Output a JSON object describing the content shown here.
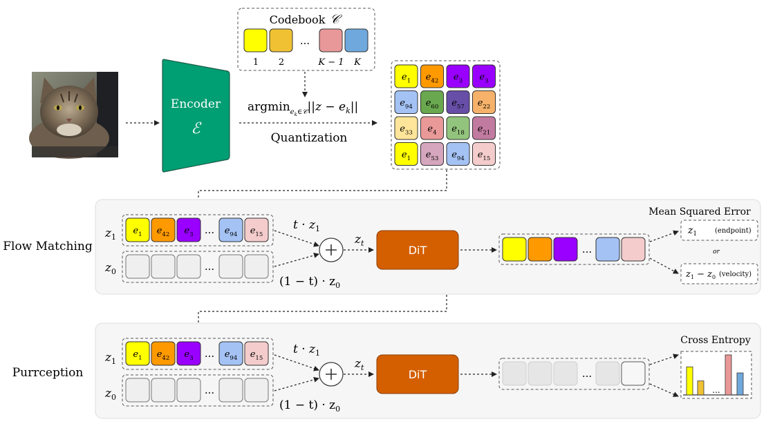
{
  "colors": {
    "yellow": "#ffff00",
    "gold": "#f0c233",
    "pink": "#e89898",
    "blue": "#6fa8dc",
    "orange": "#ff9900",
    "purple": "#9900ff",
    "periwinkle": "#a4c2f4",
    "green": "#6aa84f",
    "indigo": "#674ea7",
    "lightorange": "#f6b26b",
    "cream": "#ffe599",
    "rose": "#ea9999",
    "lightgreen": "#93c47d",
    "mauve": "#c27ba0",
    "lilac": "#d5a6bd",
    "blush": "#f4cccc",
    "encoder": "#009e73",
    "dit": "#d45f00",
    "panel": "#f6f6f6",
    "empty": "#efefef"
  },
  "image": {
    "subject": "tabby cat photo"
  },
  "codebook": {
    "title": "Codebook",
    "symbol": "𝒞",
    "dots": "...",
    "indices": [
      "1",
      "2",
      "K − 1",
      "K"
    ]
  },
  "encoder": {
    "label": "Encoder",
    "symbol": "ℰ"
  },
  "quantization": {
    "formula_main": "argmin",
    "formula_sub": "e",
    "formula_sub2": "k",
    "formula_sub3": "∈𝒞",
    "formula_rest": "||z − e",
    "formula_rest_sub": "k",
    "formula_end": "||",
    "label": "Quantization"
  },
  "grid": [
    [
      "1",
      "42",
      "3",
      "3"
    ],
    [
      "94",
      "60",
      "57",
      "22"
    ],
    [
      "33",
      "4",
      "18",
      "21"
    ],
    [
      "1",
      "53",
      "94",
      "15"
    ]
  ],
  "token_row": [
    "1",
    "42",
    "3",
    "...",
    "94",
    "15"
  ],
  "flow_matching": {
    "label": "Flow Matching",
    "z1": "z",
    "z1_sub": "1",
    "z0": "z",
    "z0_sub": "0",
    "top_coef": "t · z",
    "top_coef_sub": "1",
    "bottom_coef": "(1 − t) · z",
    "bottom_coef_sub": "0",
    "zt": "z",
    "zt_sub": "t",
    "dit": "DiT",
    "loss_title": "Mean Squared Error",
    "dots": "...",
    "target1_z": "z",
    "target1_sub": "1",
    "target1_note": "(endpoint)",
    "or": "or",
    "target2_z": "z",
    "target2_sub": "1",
    "target2_minus": " − z",
    "target2_sub2": "0",
    "target2_note": "(velocity)"
  },
  "purrception": {
    "label": "Purrception",
    "z1": "z",
    "z1_sub": "1",
    "z0": "z",
    "z0_sub": "0",
    "top_coef": "t · z",
    "top_coef_sub": "1",
    "bottom_coef": "(1 − t) · z",
    "bottom_coef_sub": "0",
    "zt": "z",
    "zt_sub": "t",
    "dit": "DiT",
    "loss_title": "Cross Entropy",
    "dots": "..."
  },
  "histogram": {
    "values": [
      0.7,
      0.35,
      1.0,
      0.55
    ]
  }
}
